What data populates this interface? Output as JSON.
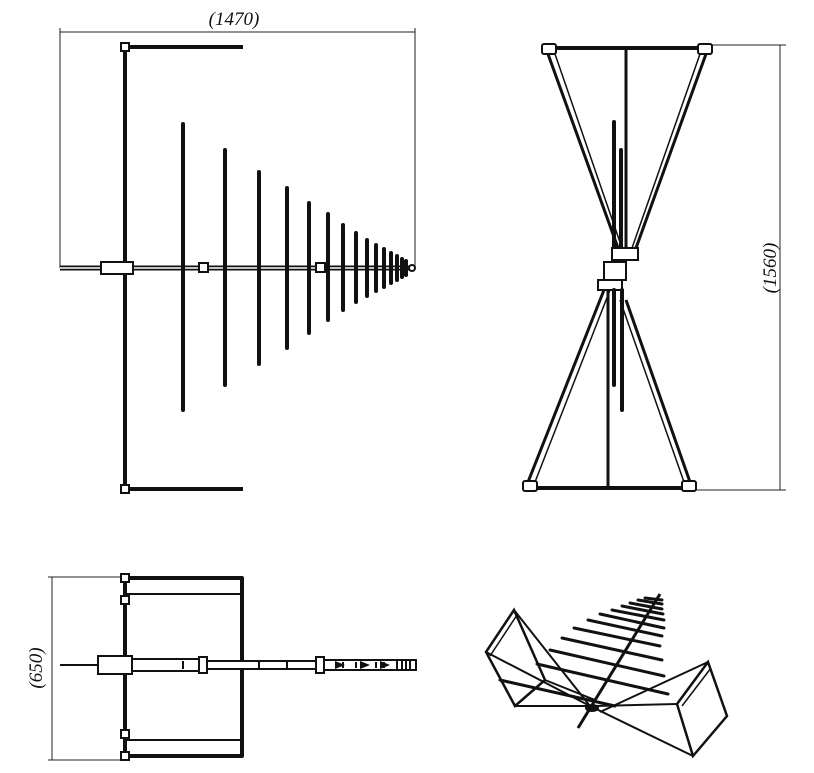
{
  "dimensions": {
    "width": "(1470)",
    "height": "(1560)",
    "depth": "(650)"
  },
  "colors": {
    "ink": "#111111",
    "background": "#ffffff"
  }
}
